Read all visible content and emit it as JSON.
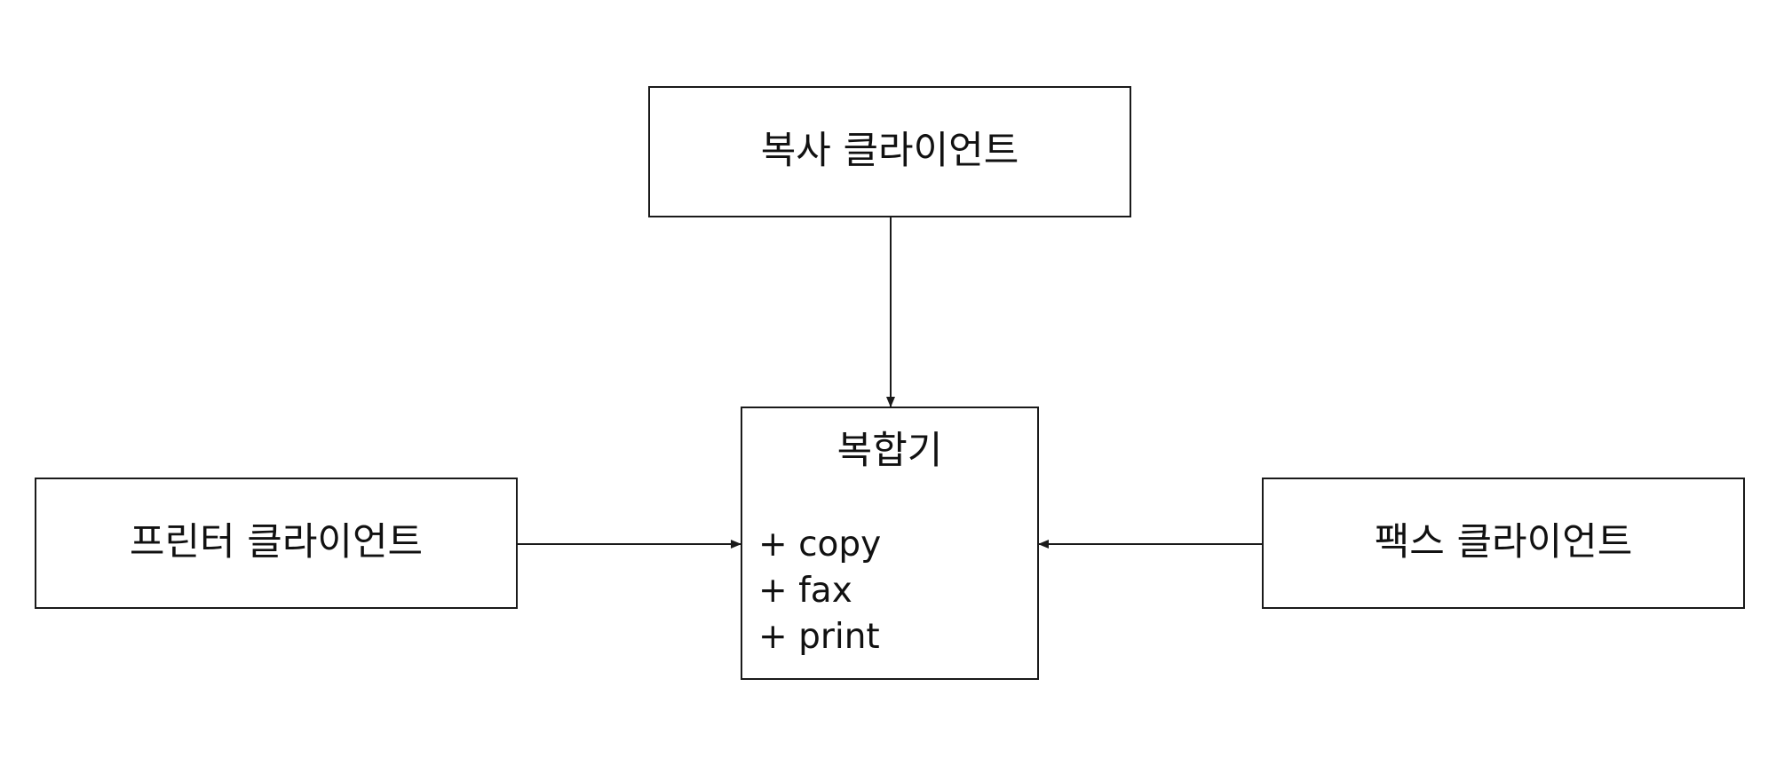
{
  "nodes": {
    "copy_client": {
      "label": "복사 클라이언트"
    },
    "printer_client": {
      "label": "프린터 클라이언트"
    },
    "fax_client": {
      "label": "팩스 클라이언트"
    },
    "multifunction_device": {
      "label": "복합기",
      "methods": [
        "copy",
        "fax",
        "print"
      ]
    }
  },
  "edges": [
    {
      "from": "복사 클라이언트",
      "to": "복합기"
    },
    {
      "from": "프린터 클라이언트",
      "to": "복합기"
    },
    {
      "from": "팩스 클라이언트",
      "to": "복합기"
    }
  ],
  "colors": {
    "stroke": "#1a1a1a",
    "background": "#ffffff"
  }
}
